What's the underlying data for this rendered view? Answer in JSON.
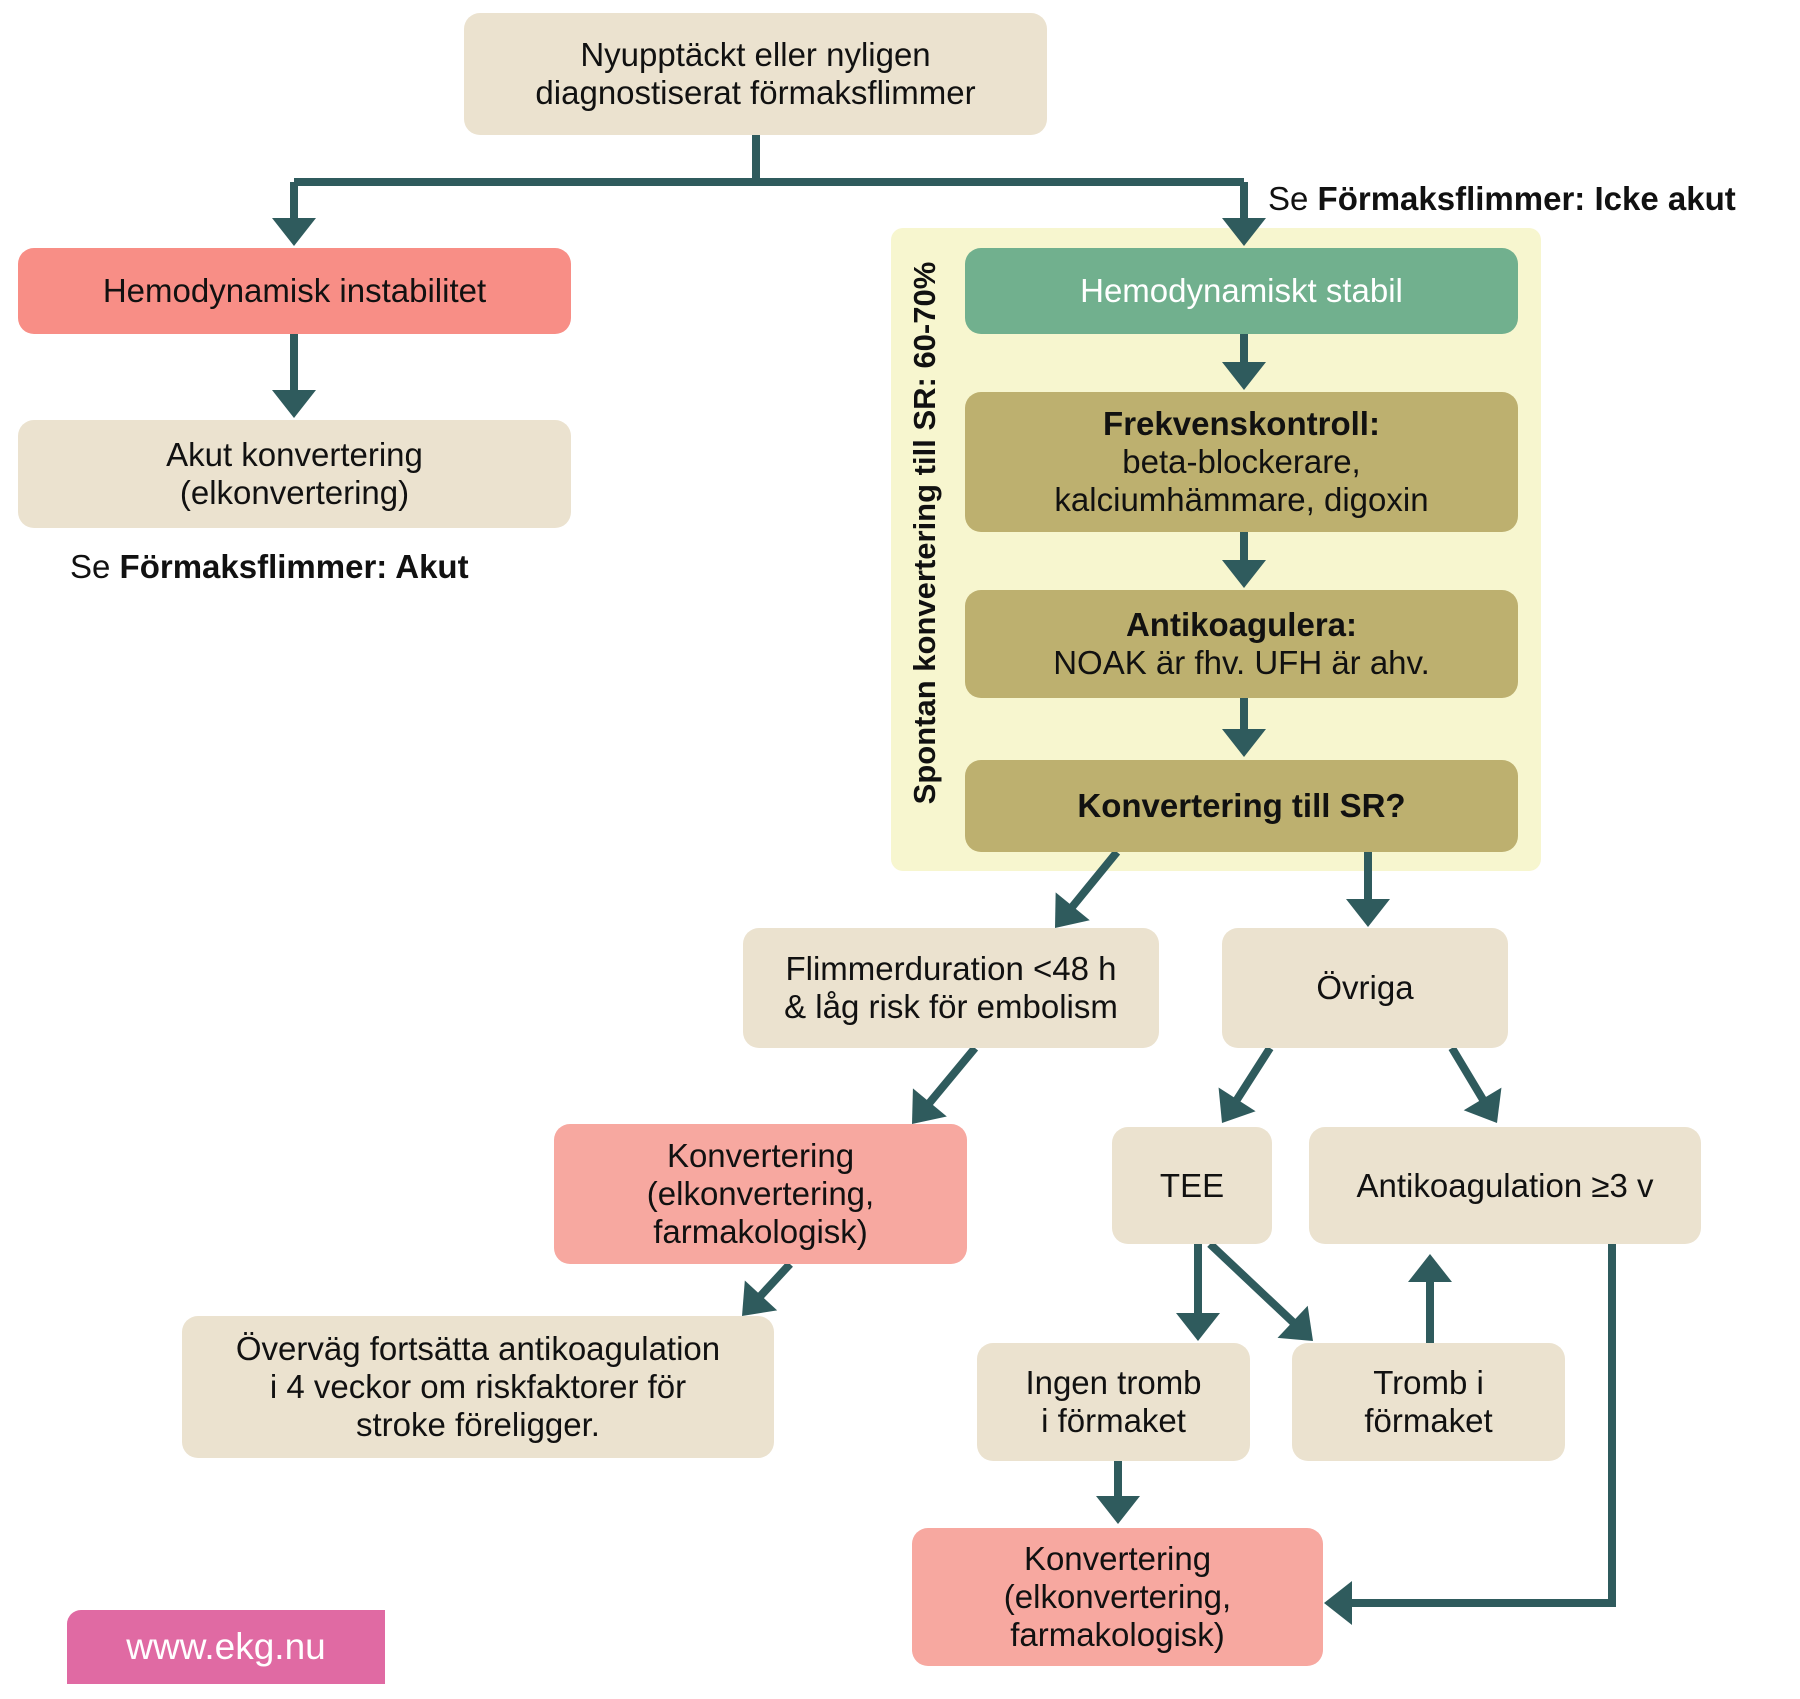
{
  "colors": {
    "arrow": "#2f5b5d",
    "box_neutral": "#ebe2cf",
    "box_instability": "#f88e86",
    "box_conversion": "#f7a8a0",
    "box_stable": "#71b08e",
    "box_step": "#bdb06f",
    "panel": "#f7f6cf",
    "logo": "#e06aa3"
  },
  "nodes": {
    "start": {
      "lines": [
        "Nyupptäckt eller nyligen",
        "diagnostiserat förmaksflimmer"
      ]
    },
    "instability": {
      "lines": [
        "Hemodynamisk instabilitet"
      ]
    },
    "acute_conversion": {
      "lines": [
        "Akut konvertering",
        "(elkonvertering)"
      ]
    },
    "stable": {
      "lines": [
        "Hemodynamiskt stabil"
      ]
    },
    "rate_control": {
      "title": "Frekvenskontroll:",
      "lines": [
        "beta-blockerare,",
        "kalciumhämmare, digoxin"
      ]
    },
    "anticoagulate": {
      "title": "Antikoagulera:",
      "lines": [
        "NOAK är fhv. UFH är ahv."
      ]
    },
    "convert_question": {
      "title": "Konvertering till SR?"
    },
    "short_duration": {
      "lines": [
        "Flimmerduration <48 h",
        "& låg risk för embolism"
      ]
    },
    "others": {
      "lines": [
        "Övriga"
      ]
    },
    "conversion_left": {
      "lines": [
        "Konvertering",
        "(elkonvertering,",
        "farmakologisk)"
      ]
    },
    "consider": {
      "lines": [
        "Överväg fortsätta antikoagulation",
        "i 4 veckor om riskfaktorer för",
        "stroke föreligger."
      ]
    },
    "tee": {
      "lines": [
        "TEE"
      ]
    },
    "anticoag_3w": {
      "lines": [
        "Antikoagulation ≥3 v"
      ]
    },
    "no_thrombus": {
      "lines": [
        "Ingen tromb",
        "i förmaket"
      ]
    },
    "thrombus": {
      "lines": [
        "Tromb i",
        "förmaket"
      ]
    },
    "conversion_bottom": {
      "lines": [
        "Konvertering",
        "(elkonvertering,",
        "farmakologisk)"
      ]
    }
  },
  "notes": {
    "non_acute": {
      "prefix": "Se",
      "link": "Förmaksflimmer: Icke akut"
    },
    "acute": {
      "prefix": "Se",
      "link": "Förmaksflimmer: Akut"
    }
  },
  "panel_label": "Spontan konvertering till SR: 60-70%",
  "logo": "www.ekg.nu"
}
